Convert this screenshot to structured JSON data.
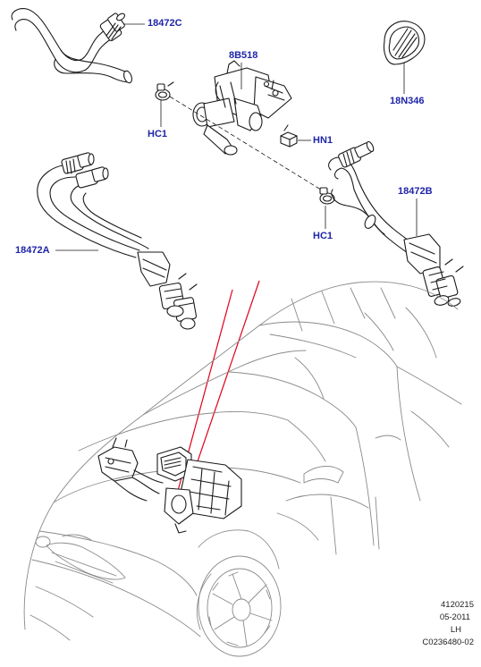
{
  "theme": {
    "line": "#1a1a1a",
    "label": "#1f24a8",
    "redline": "#e0001b",
    "car": "#8a8a8a"
  },
  "callouts": {
    "c18472C": "18472C",
    "c8B518": "8B518",
    "c18N346": "18N346",
    "cHC1_top": "HC1",
    "cHN1": "HN1",
    "c18472B": "18472B",
    "c18472A": "18472A",
    "cHC1_bottom": "HC1"
  },
  "meta": {
    "code": "4120215",
    "date": "05-2011",
    "side": "LH",
    "ref": "C0236480-02"
  }
}
